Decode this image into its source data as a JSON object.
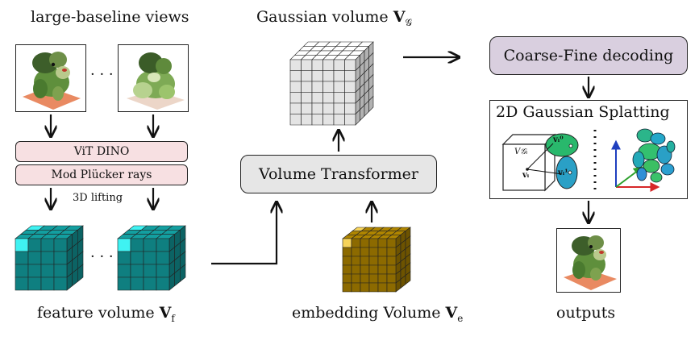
{
  "labels": {
    "views": "large-baseline views",
    "gaussian_volume": "Gaussian volume",
    "gaussian_volume_symbol": "V",
    "gaussian_volume_sub": "𝒢",
    "vit": "ViT DINO",
    "plucker": "Mod Plücker rays",
    "lifting": "3D lifting",
    "volume_transformer": "Volume Transformer",
    "coarse_fine": "Coarse-Fine decoding",
    "splatting": "2D Gaussian Splatting",
    "feature_volume": "feature volume",
    "feature_volume_symbol": "V",
    "feature_volume_sub": "f",
    "embedding_volume": "embedding Volume",
    "embedding_volume_symbol": "V",
    "embedding_volume_sub": "e",
    "outputs": "outputs",
    "ellipsis": "· · ·"
  },
  "splat_inset": {
    "cube_label": "V𝒢ᵢ",
    "v_i": "vᵢ",
    "v_i_0": "vᵢ⁰",
    "v_i_1": "vᵢ¹"
  },
  "colors": {
    "pink_box": "#f7e0e2",
    "purple_box": "#d9cfdf",
    "gray_box": "#e6e6e6",
    "feature_cube": "#0f7f80",
    "feature_highlight": "#3ff2f2",
    "embed_cube": "#8c6a00",
    "embed_highlight": "#f6d35a",
    "gaussian_cube": "#e4e4e4"
  }
}
